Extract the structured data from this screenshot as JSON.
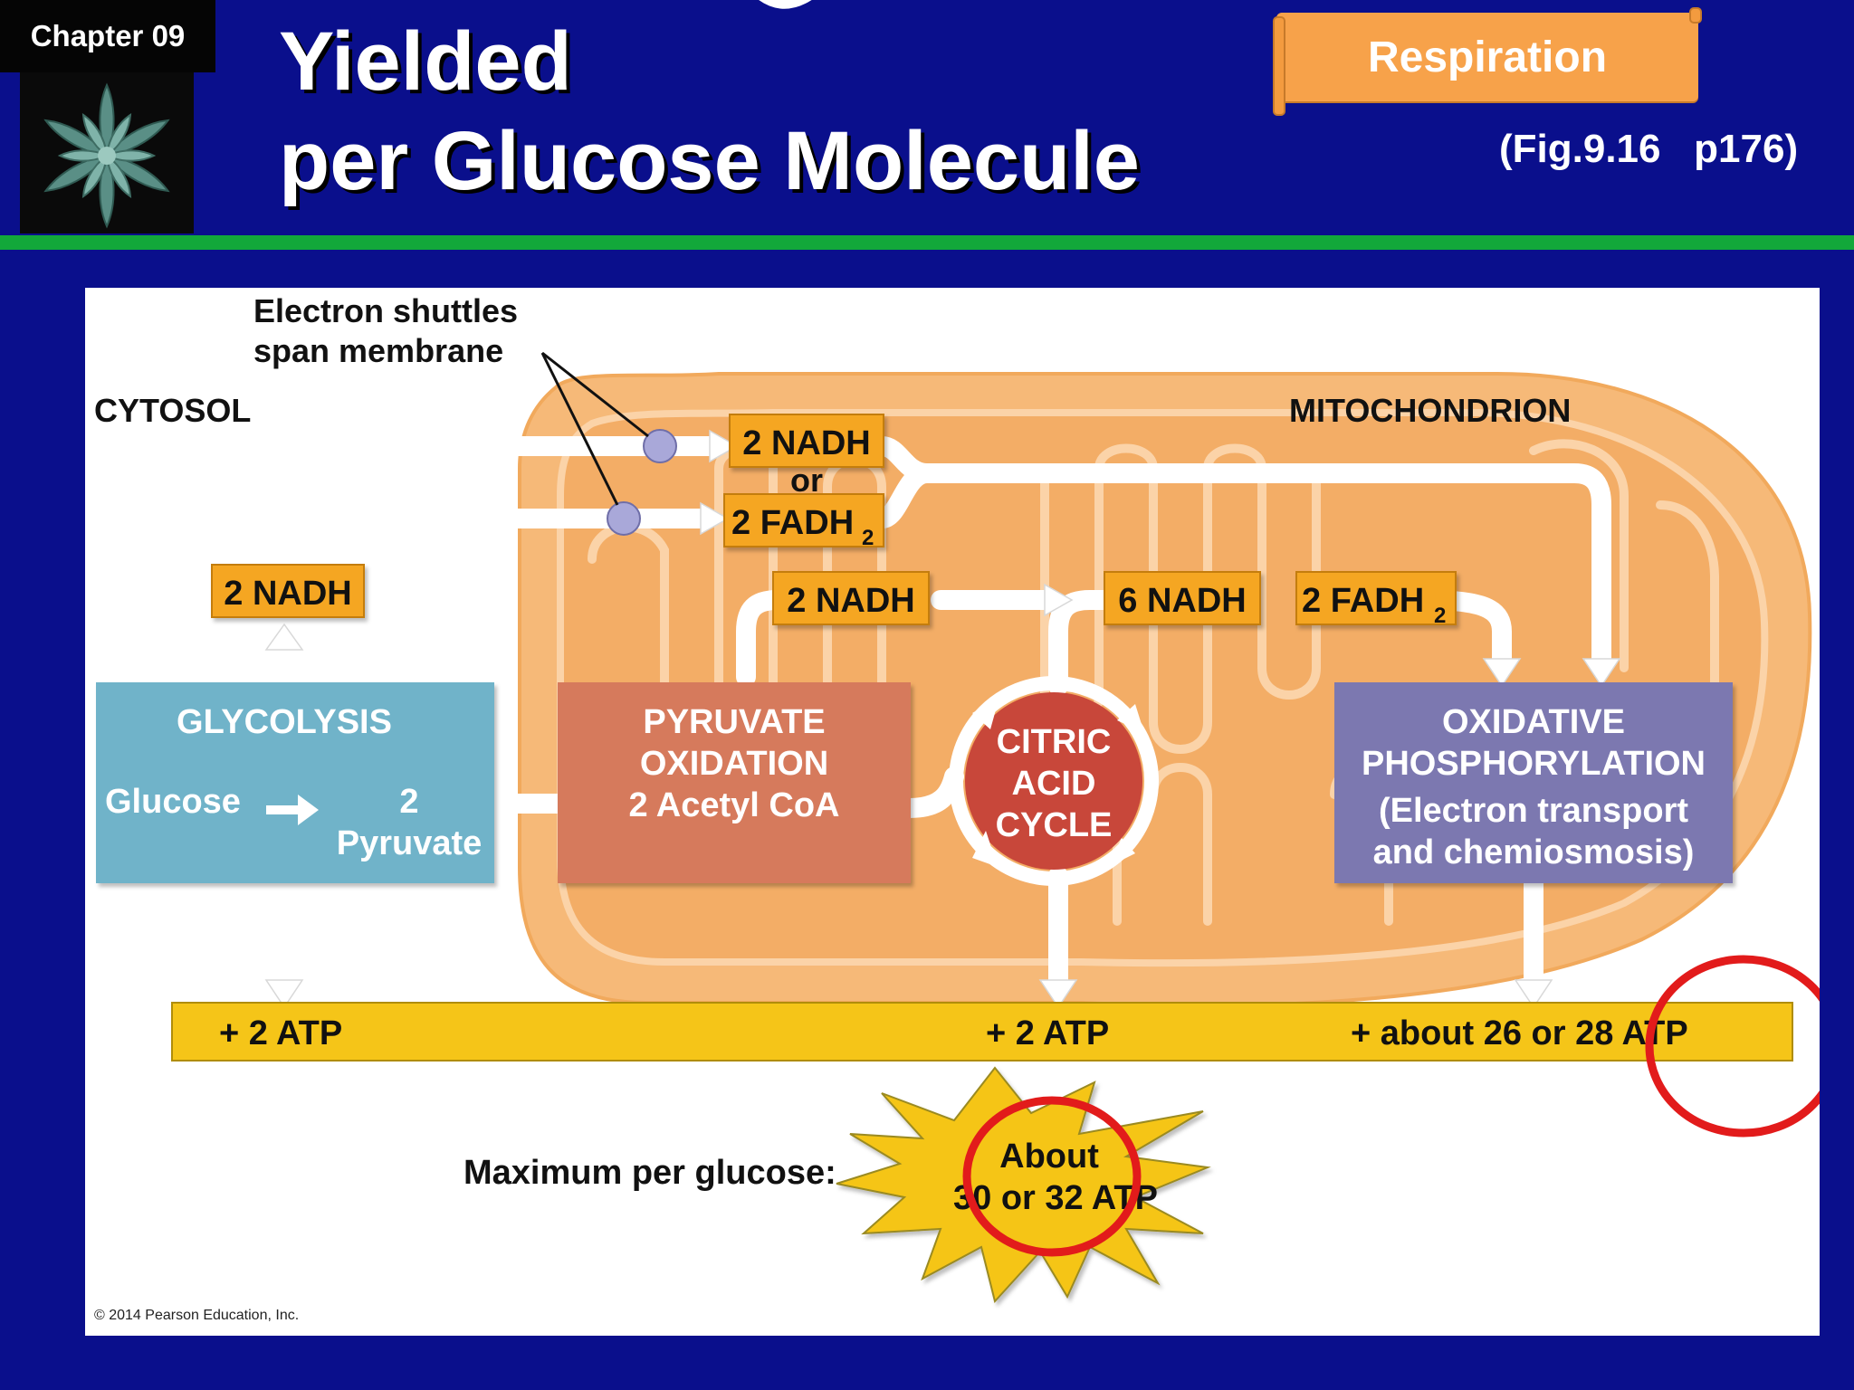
{
  "slide": {
    "chapter": "Chapter 09",
    "title_line1": "Yielded",
    "title_line2": "per Glucose Molecule",
    "topic_tag": "Respiration",
    "figure_ref": "(Fig.9.16   p176)"
  },
  "diagram": {
    "annotation_shuttles_line1": "Electron shuttles",
    "annotation_shuttles_line2": "span membrane",
    "region_cytosol": "CYTOSOL",
    "region_mitochondrion": "MITOCHONDRION",
    "shuttle_nadh": "2 NADH",
    "shuttle_or": "or",
    "shuttle_fadh2": "2 FADH",
    "shuttle_fadh2_sub": "2",
    "glycolysis_nadh": "2 NADH",
    "pyruvate_nadh": "2 NADH",
    "citric_nadh": "6 NADH",
    "citric_fadh2": "2 FADH",
    "citric_fadh2_sub": "2",
    "glycolysis": {
      "title": "GLYCOLYSIS",
      "input": "Glucose",
      "output_count": "2",
      "output": "Pyruvate"
    },
    "pyruvate_oxidation": {
      "line1": "PYRUVATE",
      "line2": "OXIDATION",
      "line3": "2 Acetyl CoA"
    },
    "citric_acid_cycle": {
      "line1": "CITRIC",
      "line2": "ACID",
      "line3": "CYCLE"
    },
    "oxidative_phosphorylation": {
      "line1": "OXIDATIVE",
      "line2": "PHOSPHORYLATION",
      "line3": "(Electron transport",
      "line4": "and chemiosmosis)"
    },
    "atp_glycolysis": "+ 2 ATP",
    "atp_citric": "+ 2 ATP",
    "atp_oxphos": "+ about 26 or 28 ATP",
    "maximum_label": "Maximum per glucose:",
    "maximum_line1": "About",
    "maximum_line2": "30 or 32 ATP",
    "copyright": "© 2014 Pearson Education, Inc."
  },
  "colors": {
    "background": "#0a0f8c",
    "divider": "#12a83a",
    "tag": "#f7a24a",
    "glycolysis": "#6fb3c9",
    "pyruvate": "#d67a5c",
    "citric": "#c8473a",
    "oxphos": "#7b78b0",
    "atp_bar": "#f5c518",
    "label_box": "#f5a623",
    "mitochondrion": "#f6b978",
    "highlight_circle": "#e21b1b"
  }
}
